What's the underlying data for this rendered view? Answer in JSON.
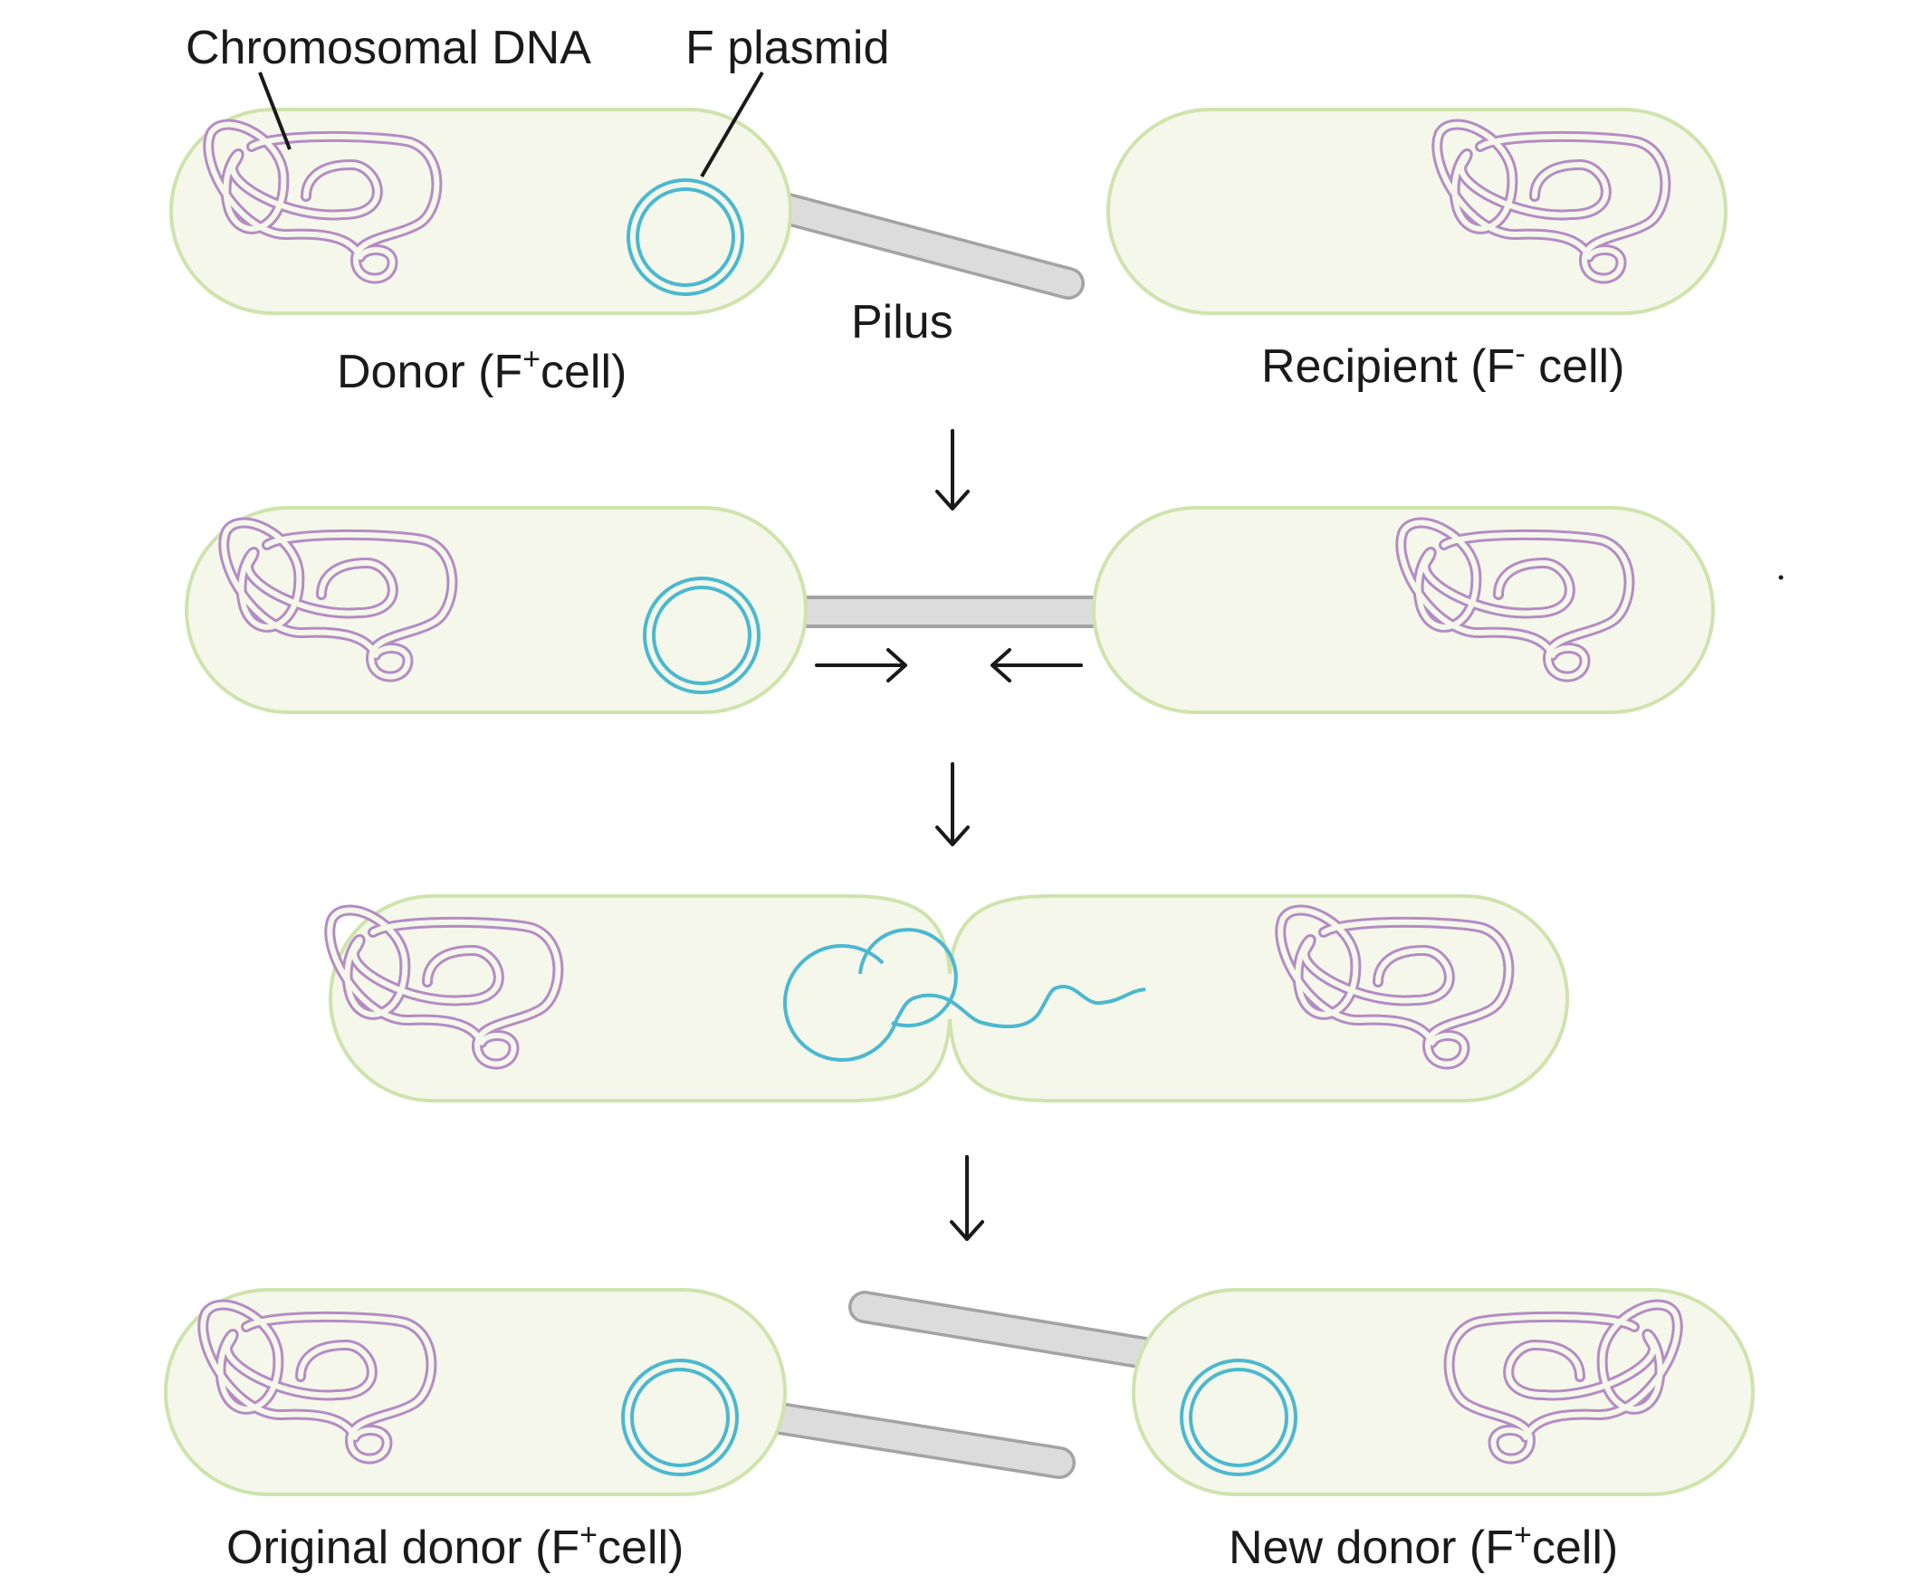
{
  "labels": {
    "chromosomal_dna": "Chromosomal DNA",
    "f_plasmid": "F plasmid",
    "pilus": "Pilus",
    "donor": {
      "text": "Donor (F",
      "sup": "+",
      "tail": "cell)"
    },
    "recipient": {
      "text": "Recipient (F",
      "sup": "-",
      "tail": " cell)"
    },
    "original_donor": {
      "text": "Original donor (F",
      "sup": "+",
      "tail": "cell)"
    },
    "new_donor": {
      "text": "New donor (F",
      "sup": "+",
      "tail": "cell)"
    }
  },
  "colors": {
    "cell_fill": "#f4f7ea",
    "cell_outline": "#cfe3ad",
    "chromosomal_dna": "#b48cc4",
    "f_plasmid": "#4bb8d0",
    "pilus": "#d9d9d9"
  }
}
